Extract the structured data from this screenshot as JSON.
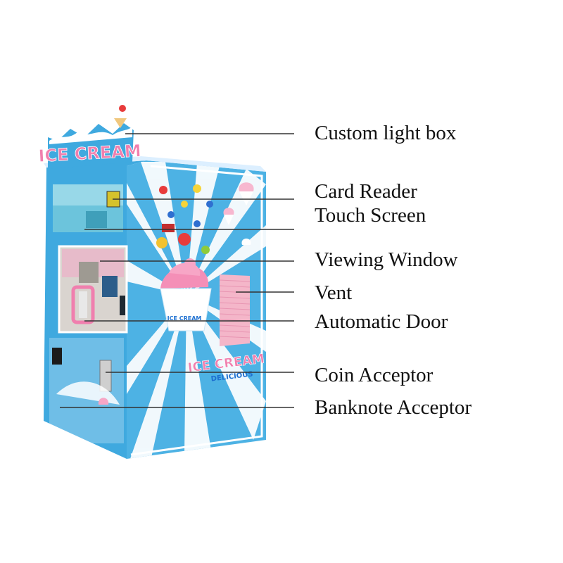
{
  "colors": {
    "cabinet": "#3fa9df",
    "cabinet_dark": "#2b86bd",
    "trim": "#ffffff",
    "logo_pink": "#f07fae",
    "logo_blue": "#1d6fd0",
    "leader_line": "#333333"
  },
  "machine": {
    "logo_top": "ICE CREAM",
    "logo_side": "ICE CREAM",
    "logo_side_sub": "DELICIOUS",
    "cup_logo": "ICE CREAM"
  },
  "callouts": [
    {
      "label": "Custom light box"
    },
    {
      "label": "Card Reader"
    },
    {
      "label": "Touch Screen"
    },
    {
      "label": "Viewing Window"
    },
    {
      "label": "Vent"
    },
    {
      "label": "Automatic Door"
    },
    {
      "label": "Coin Acceptor"
    },
    {
      "label": "Banknote Acceptor"
    }
  ]
}
